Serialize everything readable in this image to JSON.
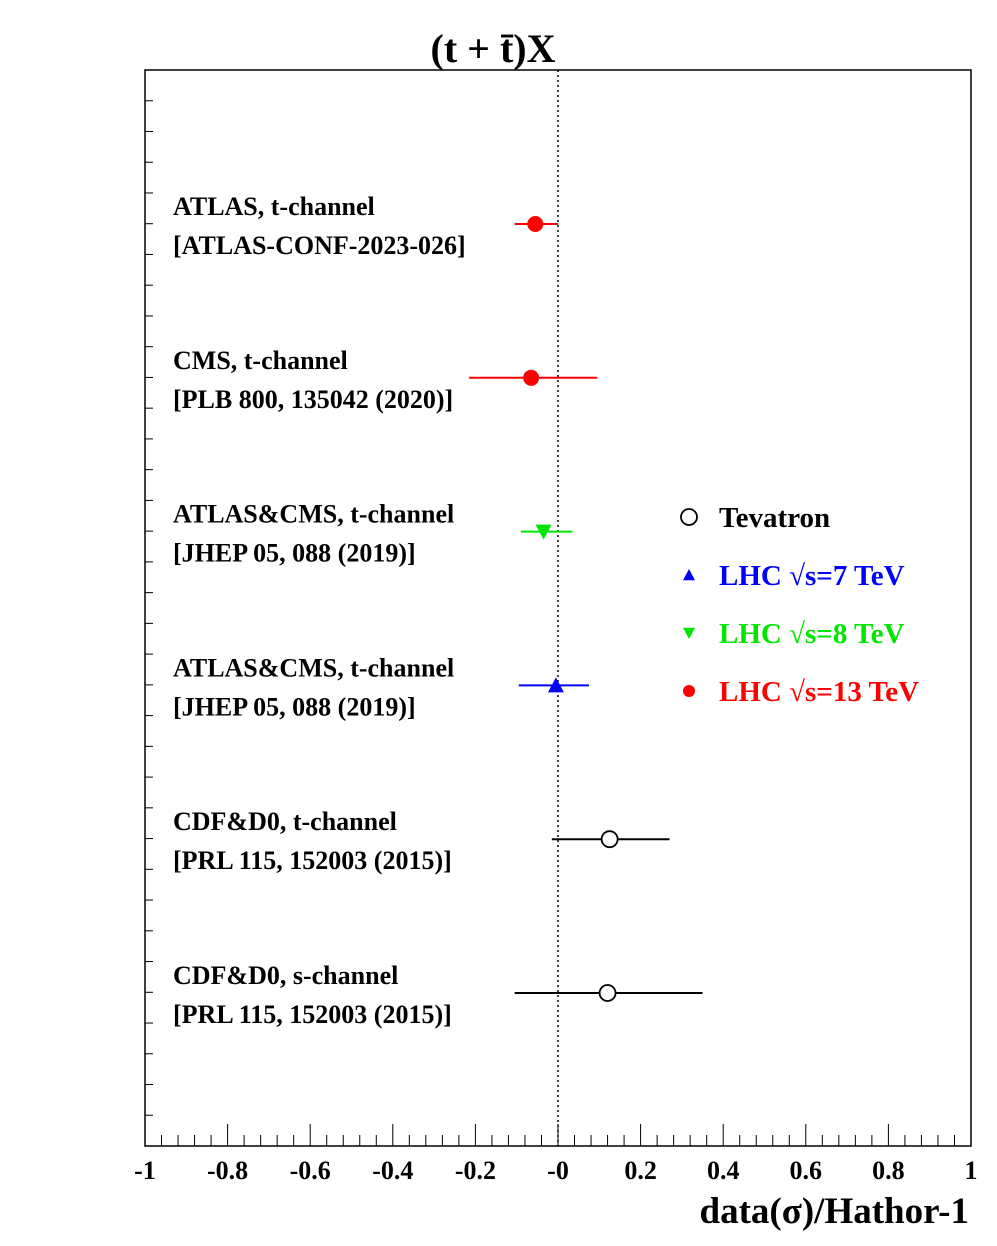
{
  "chart_data": {
    "type": "scatter",
    "title": "(t + t̄)X",
    "xlabel": "data(σ)/Hathor-1",
    "ylabel": "",
    "xlim": [
      -1,
      1
    ],
    "x_ticks": [
      "-1",
      "-0.8",
      "-0.6",
      "-0.4",
      "-0.2",
      "-0",
      "0.2",
      "0.4",
      "0.6",
      "0.8",
      "1"
    ],
    "grid": false,
    "reference_line_x": 0,
    "legend_placement": "right",
    "legend": [
      {
        "label": "Tevatron",
        "marker": "open-circle",
        "color": "#000000"
      },
      {
        "label": "LHC √s=7 TeV",
        "marker": "triangle-up",
        "color": "#0000ff"
      },
      {
        "label": "LHC √s=8 TeV",
        "marker": "triangle-down",
        "color": "#00e600"
      },
      {
        "label": "LHC √s=13 TeV",
        "marker": "filled-circle",
        "color": "#ff0000"
      }
    ],
    "measurements": [
      {
        "label": "ATLAS, t-channel",
        "reference": "[ATLAS-CONF-2023-026]",
        "series": "LHC √s=13 TeV",
        "value": -0.055,
        "low": -0.105,
        "high": 0.0
      },
      {
        "label": "CMS, t-channel",
        "reference": "[PLB 800, 135042 (2020)]",
        "series": "LHC √s=13 TeV",
        "value": -0.065,
        "low": -0.215,
        "high": 0.095
      },
      {
        "label": "ATLAS&CMS, t-channel",
        "reference": "[JHEP 05, 088 (2019)]",
        "series": "LHC √s=8 TeV",
        "value": -0.035,
        "low": -0.09,
        "high": 0.035
      },
      {
        "label": "ATLAS&CMS, t-channel",
        "reference": "[JHEP 05, 088 (2019)]",
        "series": "LHC √s=7 TeV",
        "value": -0.005,
        "low": -0.095,
        "high": 0.075
      },
      {
        "label": "CDF&D0, t-channel",
        "reference": "[PRL 115, 152003 (2015)]",
        "series": "Tevatron",
        "value": 0.125,
        "low": -0.015,
        "high": 0.27
      },
      {
        "label": "CDF&D0, s-channel",
        "reference": "[PRL 115, 152003 (2015)]",
        "series": "Tevatron",
        "value": 0.12,
        "low": -0.105,
        "high": 0.35
      }
    ]
  }
}
